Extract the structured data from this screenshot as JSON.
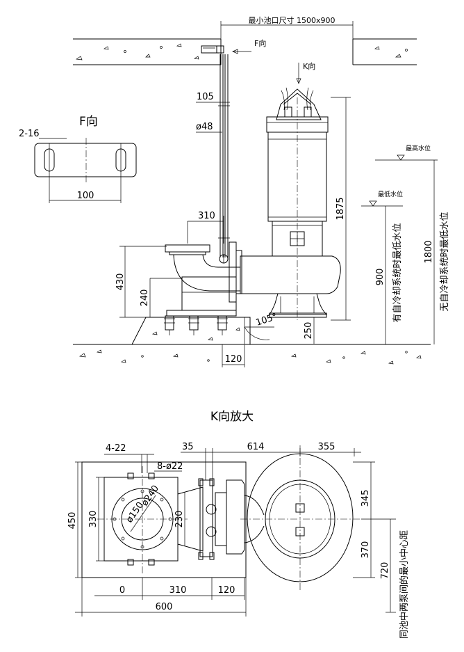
{
  "elevation": {
    "top_label": "最小池口尺寸 1500x900",
    "f_marker": "F向",
    "k_marker": "K向",
    "dims": {
      "d105": "105",
      "d48": "ø48",
      "d1875": "1875",
      "d310": "310",
      "d430": "430",
      "d240": "240",
      "d250": "250",
      "d120": "120",
      "angle": "105°",
      "d900": "900",
      "d1800": "1800"
    },
    "level_high": "最高水位",
    "level_low": "最低水位",
    "label_with_cooling": "有自冷却系统时最低水位",
    "label_without_cooling": "无自冷却系统时最低水位"
  },
  "f_view": {
    "title": "F向",
    "d2_16": "2-16",
    "d100": "100"
  },
  "k_view": {
    "title": "K向放大",
    "dims": {
      "d4_22": "4-22",
      "d35": "35",
      "d614": "614",
      "d355": "355",
      "d8_22": "8-ø22",
      "d150": "ø150",
      "d240c": "ø240",
      "d450": "450",
      "d330": "330",
      "d230": "230",
      "d345": "345",
      "d370": "370",
      "d720": "720",
      "d0": "0",
      "d310b": "310",
      "d120b": "120",
      "d600": "600"
    },
    "side_label": "同池中两泵间的最小中心距"
  }
}
